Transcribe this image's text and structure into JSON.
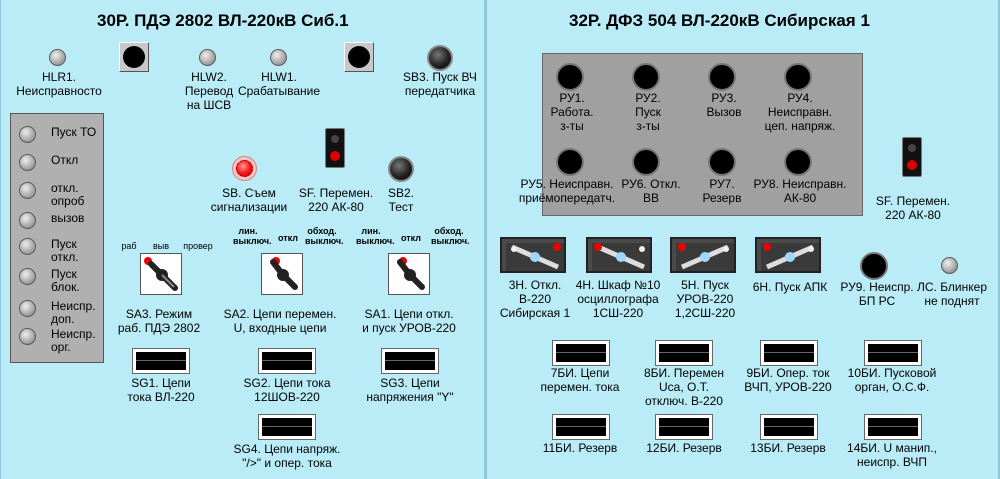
{
  "left": {
    "title": "30Р. ПДЭ 2802 ВЛ-220кВ Сиб.1",
    "hlr1": {
      "l1": "HLR1.",
      "l2": "Неисправносто"
    },
    "hlw2": {
      "l1": "HLW2.",
      "l2": "Перевод",
      "l3": "на ШСВ"
    },
    "hlw1": {
      "l1": "HLW1.",
      "l2": "Срабатывание"
    },
    "sb3": {
      "l1": "SB3. Пуск ВЧ",
      "l2": "передатчика"
    },
    "sb": {
      "l1": "SB. Съем",
      "l2": "сигнализации"
    },
    "sf": {
      "l1": "SF. Перемен.",
      "l2": "220 АК-80"
    },
    "sb2": {
      "l1": "SB2.",
      "l2": "Тест"
    },
    "box": [
      {
        "label": "Пуск ТО"
      },
      {
        "label": "Откл"
      },
      {
        "label": "откл. опроб"
      },
      {
        "label": "вызов"
      },
      {
        "label": "Пуск откл."
      },
      {
        "label": "Пуск блок."
      },
      {
        "label": "Неиспр. доп."
      },
      {
        "label": "Неиспр. орг."
      }
    ],
    "sa3": {
      "pos1": "раб",
      "pos2": "выв",
      "pos3": "провер",
      "l1": "SA3. Режим",
      "l2": "раб. ПДЭ 2802"
    },
    "sa2": {
      "pos1": "лин. выключ.",
      "pos2": "откл",
      "pos3": "обход. выключ.",
      "l1": "SA2. Цепи перемен.",
      "l2": "U, входные цепи"
    },
    "sa1": {
      "pos1": "лин. выключ.",
      "pos2": "откл",
      "pos3": "обход. выключ.",
      "l1": "SA1. Цепи откл.",
      "l2": "и пуск УРОВ-220"
    },
    "sg1": {
      "l1": "SG1. Цепи",
      "l2": "тока ВЛ-220"
    },
    "sg2": {
      "l1": "SG2. Цепи тока",
      "l2": "12ШОВ-220"
    },
    "sg3": {
      "l1": "SG3. Цепи",
      "l2": "напряжения \"Y\""
    },
    "sg4": {
      "l1": "SG4. Цепи напряж.",
      "l2": "\"/>\" и опер. тока"
    }
  },
  "right": {
    "title": "32Р. ДФЗ 504 ВЛ-220кВ Сибирская 1",
    "ru": [
      {
        "l1": "РУ1.",
        "l2": "Работа.",
        "l3": "з-ты"
      },
      {
        "l1": "РУ2.",
        "l2": "Пуск",
        "l3": "з-ты"
      },
      {
        "l1": "РУ3.",
        "l2": "Вызов",
        "l3": ""
      },
      {
        "l1": "РУ4.",
        "l2": "Неисправн.",
        "l3": "цеп. напряж."
      },
      {
        "l1": "РУ5. Неисправн.",
        "l2": "приёмопередатч.",
        "l3": ""
      },
      {
        "l1": "РУ6. Откл.",
        "l2": "ВВ",
        "l3": ""
      },
      {
        "l1": "РУ7.",
        "l2": "Резерв",
        "l3": ""
      },
      {
        "l1": "РУ8. Неисправн.",
        "l2": "АК-80",
        "l3": ""
      }
    ],
    "sf": {
      "l1": "SF. Перемен.",
      "l2": "220 АК-80"
    },
    "apk": [
      {
        "l1": "3Н. Откл.",
        "l2": "В-220",
        "l3": "Сибирская 1"
      },
      {
        "l1": "4Н. Шкаф №10",
        "l2": "осциллографа",
        "l3": "1СШ-220"
      },
      {
        "l1": "5Н. Пуск",
        "l2": "УРОВ-220",
        "l3": "1,2СШ-220"
      },
      {
        "l1": "6Н. Пуск АПК",
        "l2": "",
        "l3": ""
      }
    ],
    "ru9": {
      "l1": "РУ9. Неиспр.",
      "l2": "БП РС"
    },
    "ls": {
      "l1": "ЛС. Блинкер",
      "l2": "не поднят"
    },
    "bi": [
      {
        "l1": "7БИ. Цепи",
        "l2": "перемен. тока",
        "l3": ""
      },
      {
        "l1": "8БИ. Перемен",
        "l2": "Uca, О.Т.",
        "l3": "отключ. В-220"
      },
      {
        "l1": "9БИ. Опер. ток",
        "l2": "ВЧП, УРОВ-220",
        "l3": ""
      },
      {
        "l1": "10БИ. Пусковой",
        "l2": "орган, О.С.Ф.",
        "l3": ""
      },
      {
        "l1": "11БИ. Резерв",
        "l2": "",
        "l3": ""
      },
      {
        "l1": "12БИ. Резерв",
        "l2": "",
        "l3": ""
      },
      {
        "l1": "13БИ. Резерв",
        "l2": "",
        "l3": ""
      },
      {
        "l1": "14БИ. U манип.,",
        "l2": "неиспр. ВЧП",
        "l3": ""
      }
    ]
  }
}
